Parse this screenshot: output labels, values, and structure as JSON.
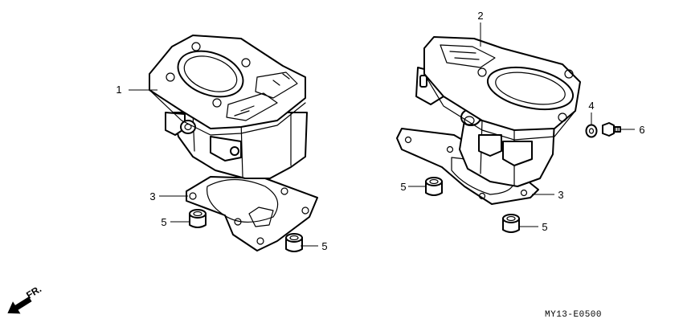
{
  "callouts": {
    "left_cylinder": "1",
    "right_cylinder": "2",
    "left_gasket": "3",
    "right_gasket": "3",
    "left_dowel_a": "5",
    "left_dowel_b": "5",
    "right_dowel_a": "5",
    "right_dowel_b": "5",
    "washer": "4",
    "bolt": "6"
  },
  "front_indicator": "FR.",
  "diagram_code": "MY13-E0500"
}
